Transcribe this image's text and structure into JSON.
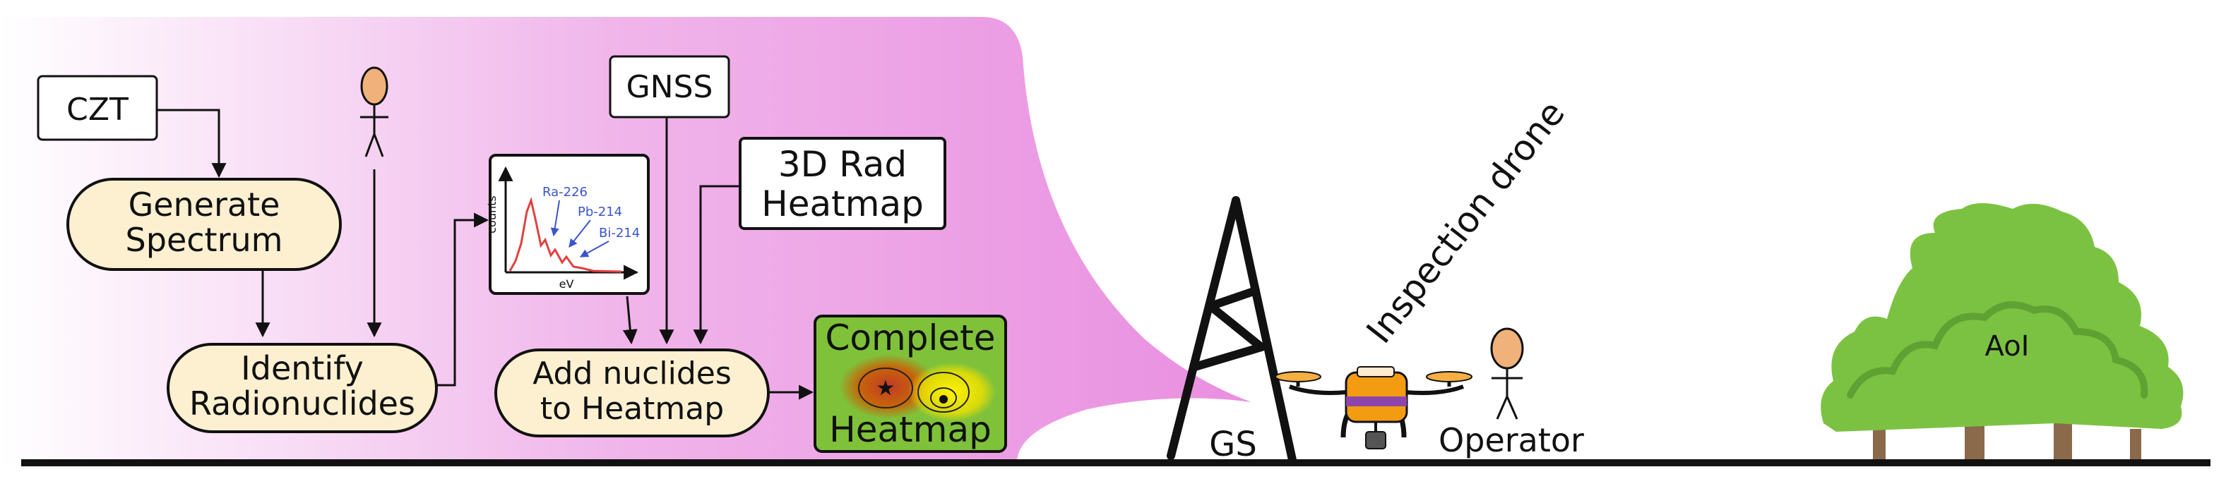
{
  "boxes": {
    "czt": "CZT",
    "gnss": "GNSS",
    "rad3d_line1": "3D Rad",
    "rad3d_line2": "Heatmap",
    "complete_line1": "Complete",
    "complete_line2": "Heatmap"
  },
  "steps": {
    "generate_line1": "Generate",
    "generate_line2": "Spectrum",
    "identify_line1": "Identify",
    "identify_line2": "Radionuclides",
    "add_line1": "Add nuclides",
    "add_line2": "to Heatmap"
  },
  "spectrum": {
    "xlabel": "eV",
    "ylabel": "counts",
    "peaks": [
      "Ra-226",
      "Pb-214",
      "Bi-214"
    ]
  },
  "scene": {
    "drone_label": "Inspection drone",
    "gs_label": "GS",
    "operator_label": "Operator",
    "aoi_label": "AoI"
  },
  "colors": {
    "panel": "#e98fe0",
    "step_fill": "#fdf0d0",
    "heatmap_green": "#7fc23a",
    "tree_green": "#7cc242",
    "trunk": "#8a6a4a",
    "person_fill": "#f0b27a",
    "drone_orange": "#f39c12",
    "drone_purple": "#8e44ad"
  }
}
